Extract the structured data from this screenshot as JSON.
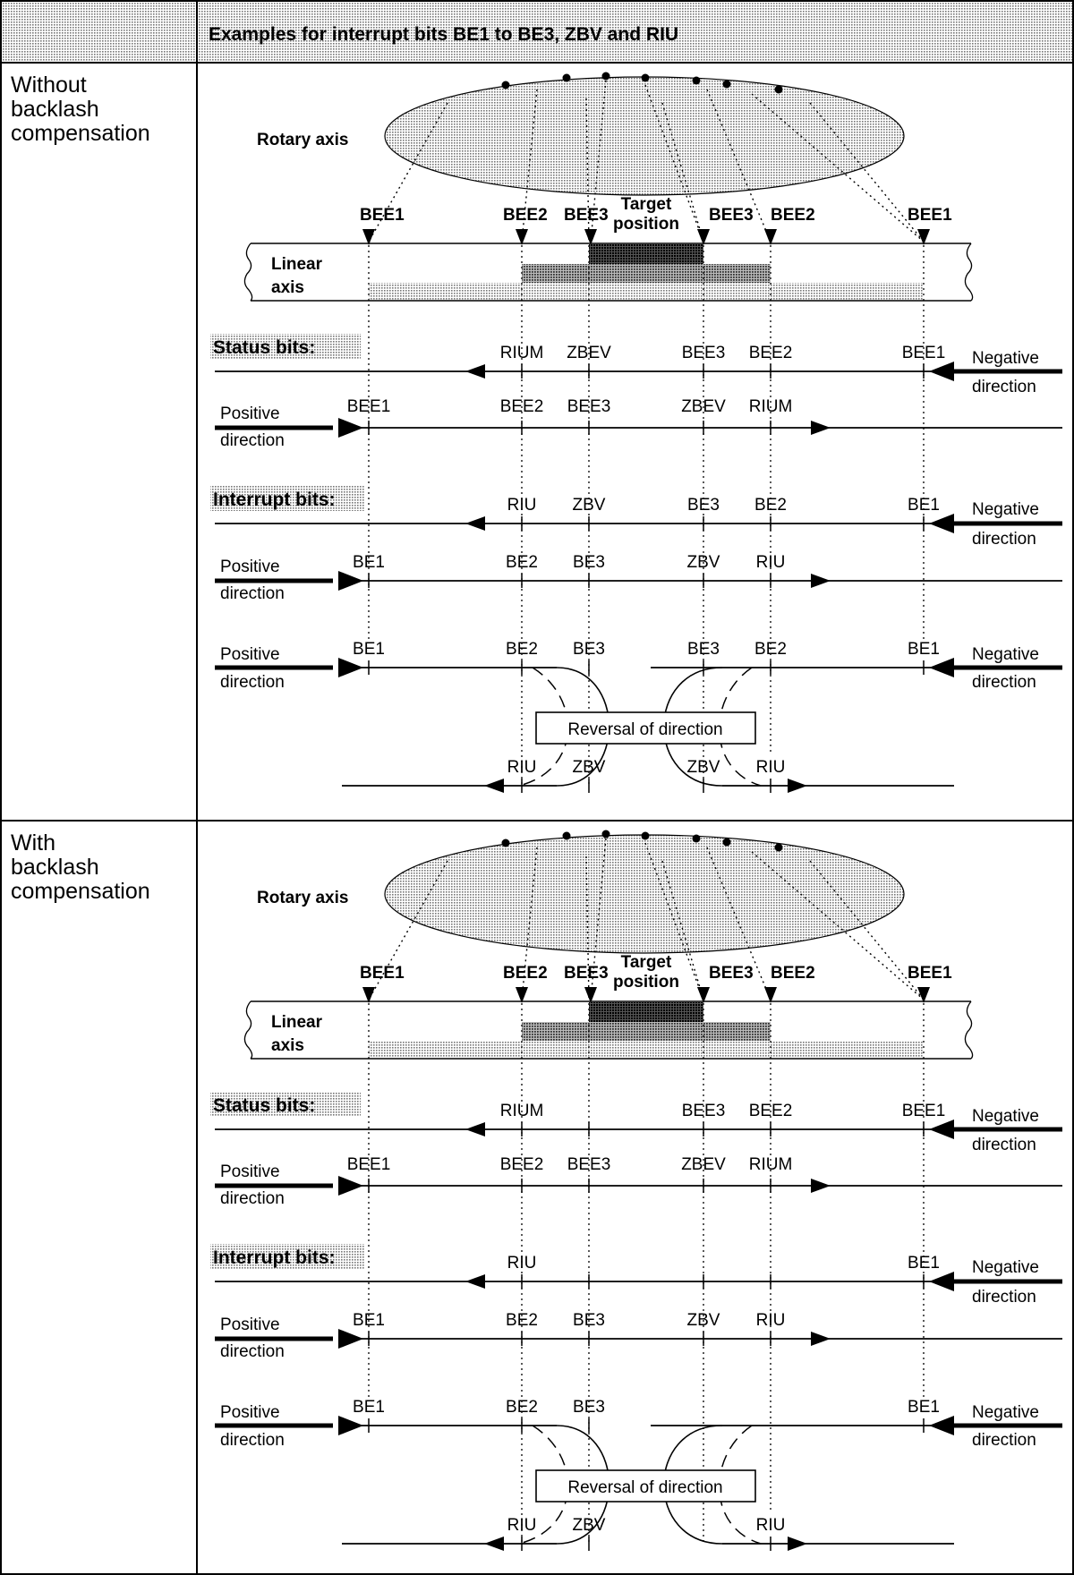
{
  "header": {
    "title": "Examples for interrupt bits BE1 to BE3, ZBV and RIU"
  },
  "panels": [
    {
      "row_label": [
        "Without",
        "backlash",
        "compensation"
      ],
      "rotary_label": "Rotary axis",
      "linear_label": [
        "Linear",
        "axis"
      ],
      "top_labels": {
        "bee1_left": "BEE1",
        "bee2_left": "BEE2",
        "bee3_left": "BEE3",
        "target": [
          "Target",
          "position"
        ],
        "bee3_right": "BEE3",
        "bee2_right": "BEE2",
        "bee1_right": "BEE1"
      },
      "status_title": "Status bits:",
      "status_neg": [
        "RIUM",
        "ZBEV",
        "BEE3",
        "BEE2",
        "BEE1"
      ],
      "status_pos": [
        "BEE1",
        "BEE2",
        "BEE3",
        "ZBEV",
        "RIUM"
      ],
      "interrupt_title": "Interrupt bits:",
      "int_neg": [
        "RIU",
        "ZBV",
        "BE3",
        "BE2",
        "BE1"
      ],
      "int_pos": [
        "BE1",
        "BE2",
        "BE3",
        "ZBV",
        "RIU"
      ],
      "rev_top": [
        "BE1",
        "BE2",
        "BE3",
        "BE3",
        "BE2",
        "BE1"
      ],
      "rev_box": "Reversal of direction",
      "rev_bottom": [
        "RIU",
        "ZBV",
        "ZBV",
        "RIU"
      ],
      "negative": [
        "Negative",
        "direction"
      ],
      "positive": [
        "Positive",
        "direction"
      ]
    },
    {
      "row_label": [
        "With",
        "backlash",
        "compensation"
      ],
      "rotary_label": "Rotary axis",
      "linear_label": [
        "Linear",
        "axis"
      ],
      "top_labels": {
        "bee1_left": "BEE1",
        "bee2_left": "BEE2",
        "bee3_left": "BEE3",
        "target": [
          "Target",
          "position"
        ],
        "bee3_right": "BEE3",
        "bee2_right": "BEE2",
        "bee1_right": "BEE1"
      },
      "status_title": "Status bits:",
      "status_neg": [
        "RIUM",
        "",
        "BEE3",
        "BEE2",
        "BEE1"
      ],
      "status_pos": [
        "BEE1",
        "BEE2",
        "BEE3",
        "ZBEV",
        "RIUM"
      ],
      "interrupt_title": "Interrupt bits:",
      "int_neg": [
        "RIU",
        "",
        "",
        "",
        "BE1"
      ],
      "int_pos": [
        "BE1",
        "BE2",
        "BE3",
        "ZBV",
        "RIU"
      ],
      "rev_top": [
        "BE1",
        "BE2",
        "BE3",
        "",
        "",
        "BE1"
      ],
      "rev_box": "Reversal of direction",
      "rev_bottom": [
        "RIU",
        "ZBV",
        "",
        "RIU"
      ],
      "negative": [
        "Negative",
        "direction"
      ],
      "positive": [
        "Positive",
        "direction"
      ]
    }
  ]
}
